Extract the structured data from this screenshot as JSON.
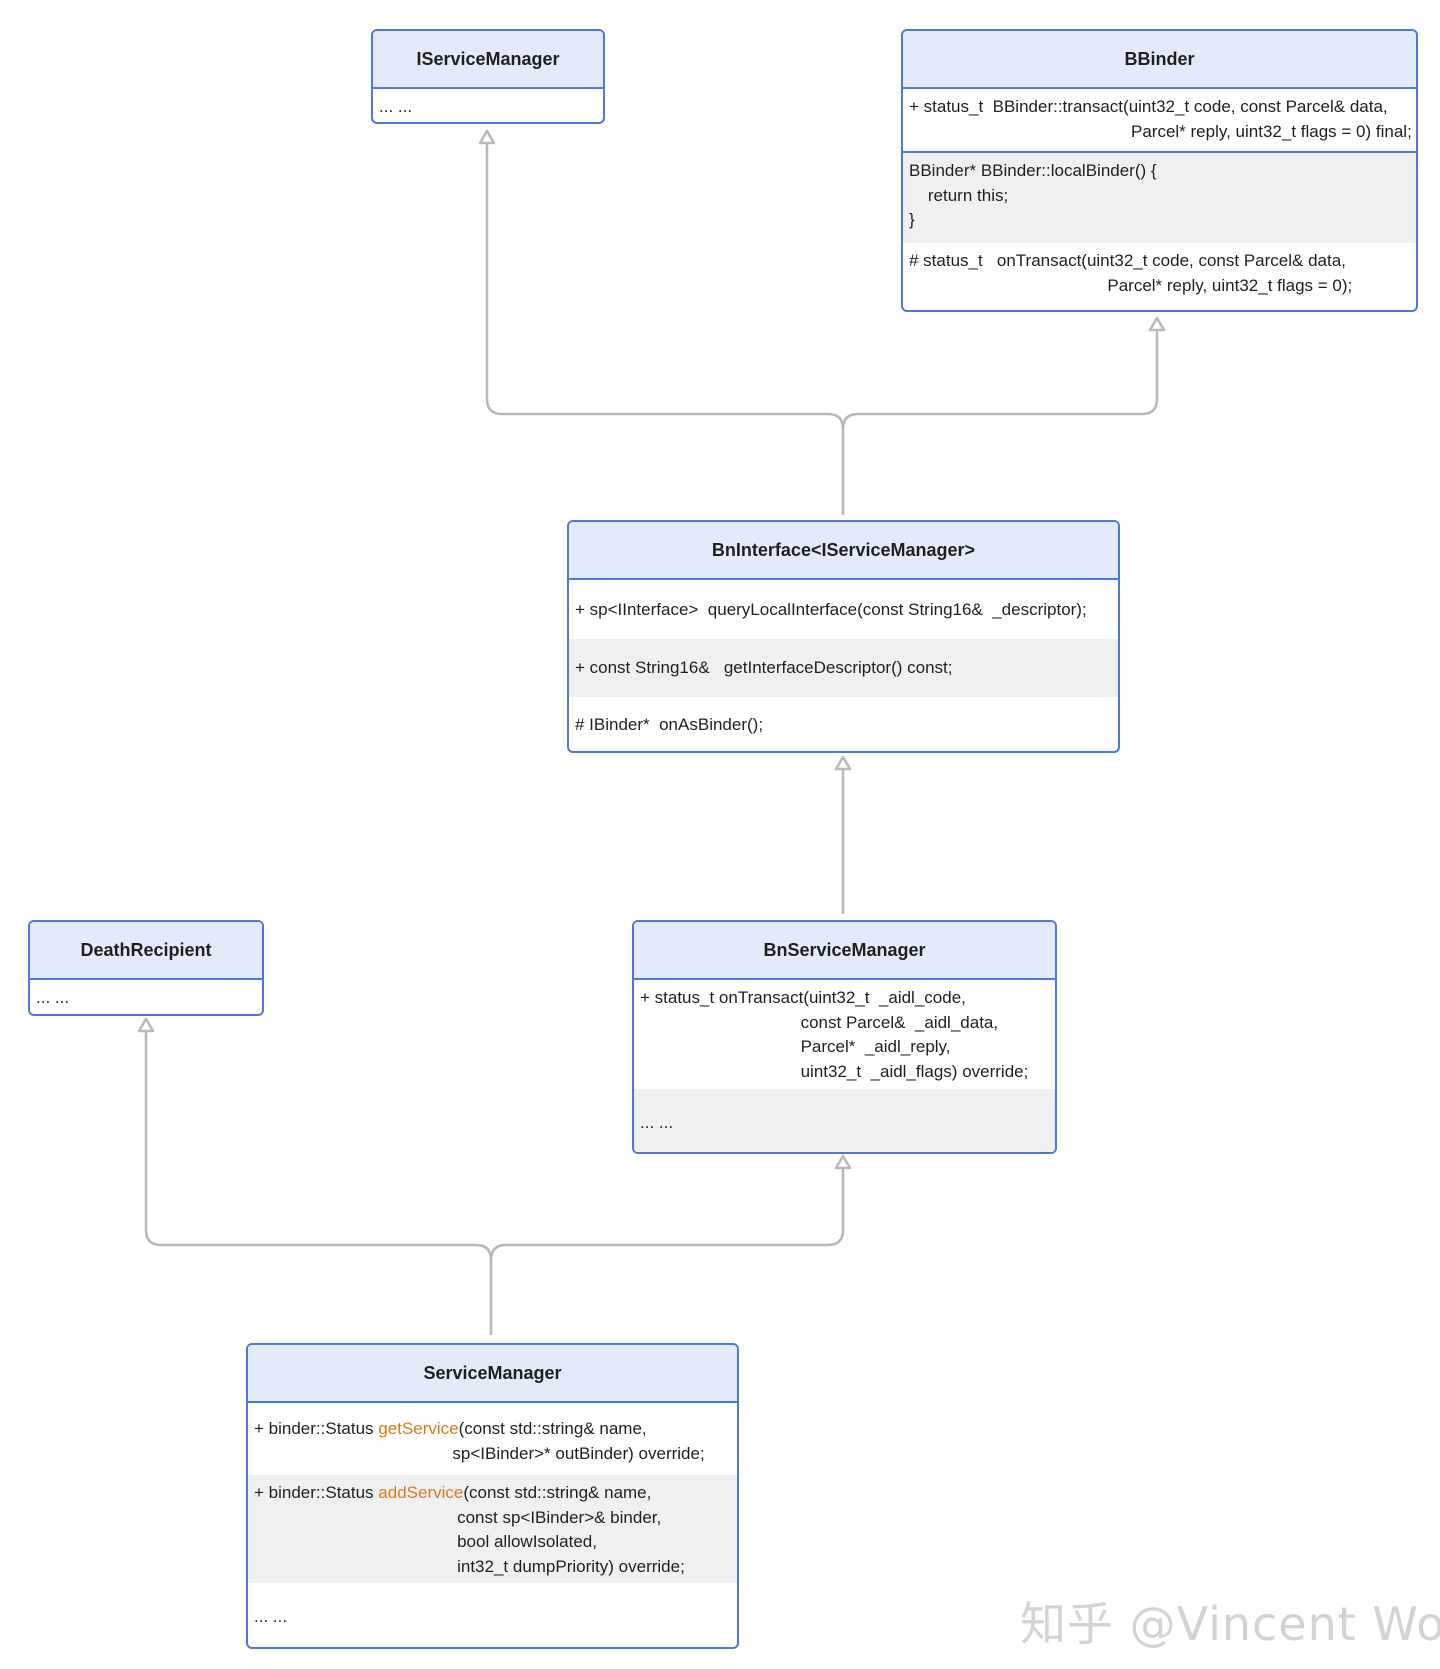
{
  "classes": {
    "iservicemanager": {
      "title": "IServiceManager",
      "body": "... ..."
    },
    "bbinder": {
      "title": "BBinder",
      "transact": "+ status_t  BBinder::transact(uint32_t code, const Parcel& data,\n                                               Parcel* reply, uint32_t flags = 0) final;",
      "local_binder": "BBinder* BBinder::localBinder() {\n    return this;\n}",
      "on_transact": "# status_t   onTransact(uint32_t code, const Parcel& data,\n                                          Parcel* reply, uint32_t flags = 0);"
    },
    "bninterface": {
      "title": "BnInterface<IServiceManager>",
      "query": "+ sp<IInterface>  queryLocalInterface(const String16&  _descriptor);",
      "descriptor": "+ const String16&   getInterfaceDescriptor() const;",
      "as_binder": "# IBinder*  onAsBinder();"
    },
    "deathrecipient": {
      "title": "DeathRecipient",
      "body": "... ..."
    },
    "bnservicemanager": {
      "title": "BnServiceManager",
      "on_transact": "+ status_t onTransact(uint32_t  _aidl_code,\n                                  const Parcel&  _aidl_data,\n                                  Parcel*  _aidl_reply,\n                                  uint32_t  _aidl_flags) override;",
      "more": "... ..."
    },
    "servicemanager": {
      "title": "ServiceManager",
      "get_prefix": "+ binder::Status ",
      "get_name": "getService",
      "get_rest": "(const std::string& name,\n                                          sp<IBinder>* outBinder) override;",
      "add_prefix": "+ binder::Status ",
      "add_name": "addService",
      "add_rest": "(const std::string& name,\n                                           const sp<IBinder>& binder,\n                                           bool allowIsolated,\n                                           int32_t dumpPriority) override;",
      "more": "... ..."
    }
  },
  "watermark": "知乎 @Vincent Woo",
  "colors": {
    "border": "#4f78d9",
    "header_fill": "#e3ebfb",
    "connector": "#b8b8b8",
    "highlight": "#d97a1a",
    "section_gray": "#eff0f2"
  }
}
